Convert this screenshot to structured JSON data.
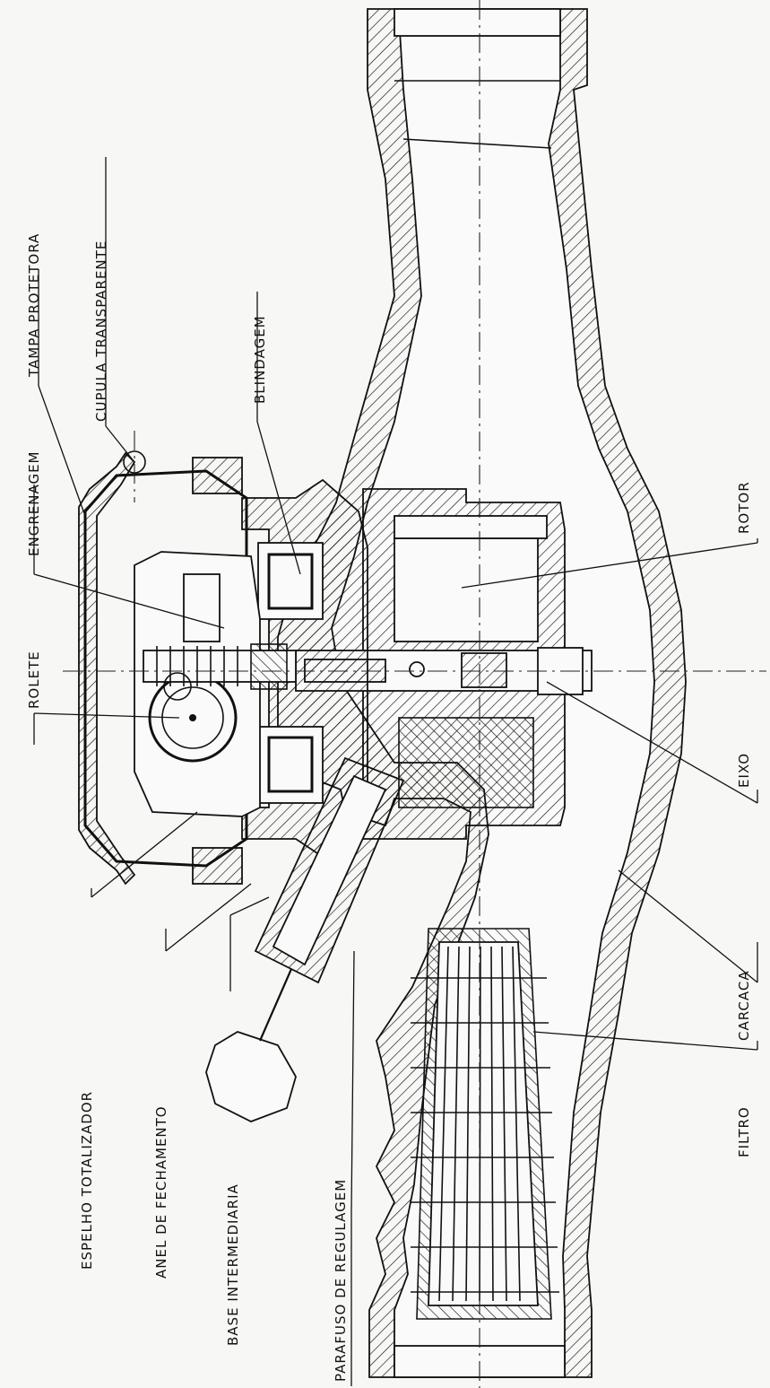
{
  "labels": {
    "tampa_protetora": "TAMPA PROTETORA",
    "cupula_transparente": "CUPULA TRANSPARENTE",
    "blindagem": "BLINDAGEM",
    "engrenagem": "ENGRENAGEM",
    "rolete": "ROLETE",
    "rotor": "ROTOR",
    "eixo": "EIXO",
    "carcaca": "CARCACA",
    "filtro": "FILTRO",
    "espelho_totalizador": "ESPELHO TOTALIZADOR",
    "anel_de_fechamento": "ANEL DE FECHAMENTO",
    "base_intermediaria": "BASE INTERMEDIARIA",
    "parafuso_de_regulagem": "PARAFUSO DE REGULAGEM"
  },
  "colors": {
    "ink": "#111111",
    "paper": "#f7f7f5"
  }
}
